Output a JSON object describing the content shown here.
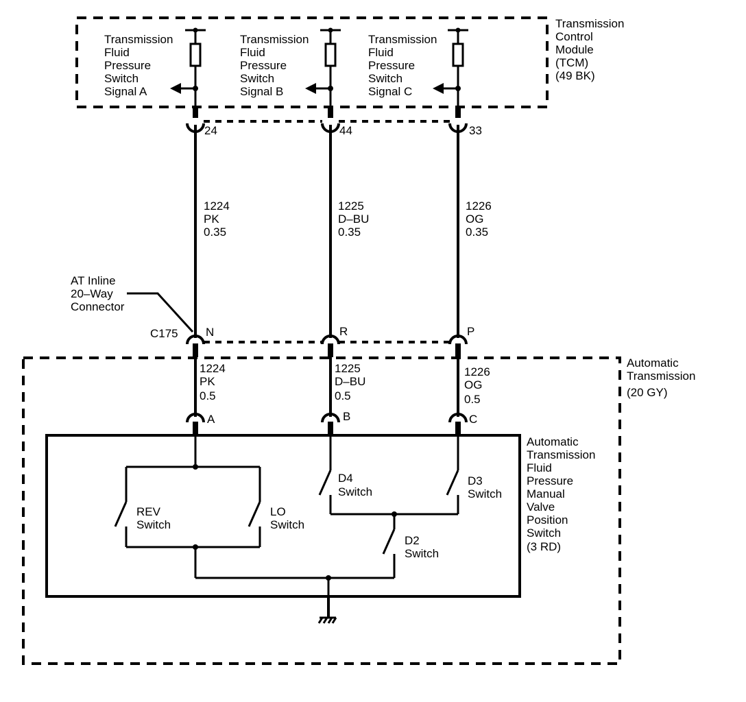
{
  "tcm": {
    "title_lines": [
      "Transmission",
      "Control",
      "Module",
      "(TCM)",
      "(49 BK)"
    ],
    "signals": [
      {
        "lines": [
          "Transmission",
          "Fluid",
          "Pressure",
          "Switch",
          "Signal A"
        ],
        "pin": "24"
      },
      {
        "lines": [
          "Transmission",
          "Fluid",
          "Pressure",
          "Switch",
          "Signal B"
        ],
        "pin": "44"
      },
      {
        "lines": [
          "Transmission",
          "Fluid",
          "Pressure",
          "Switch",
          "Signal C"
        ],
        "pin": "33"
      }
    ]
  },
  "wires_upper": [
    {
      "circuit": "1224",
      "color": "PK",
      "gauge": "0.35"
    },
    {
      "circuit": "1225",
      "color": "D–BU",
      "gauge": "0.35"
    },
    {
      "circuit": "1226",
      "color": "OG",
      "gauge": "0.35"
    }
  ],
  "inline_connector": {
    "label_lines": [
      "AT Inline",
      "20–Way",
      "Connector"
    ],
    "id": "C175",
    "pins": [
      "N",
      "R",
      "P"
    ]
  },
  "wires_lower": [
    {
      "circuit": "1224",
      "color": "PK",
      "gauge": "0.5"
    },
    {
      "circuit": "1225",
      "color": "D–BU",
      "gauge": "0.5"
    },
    {
      "circuit": "1226",
      "color": "OG",
      "gauge": "0.5"
    }
  ],
  "transmission": {
    "title_lines": [
      "Automatic",
      "Transmission",
      "(20 GY)"
    ],
    "pins": [
      "A",
      "B",
      "C"
    ]
  },
  "switch_assembly": {
    "title_lines": [
      "Automatic",
      "Transmission",
      "Fluid",
      "Pressure",
      "Manual",
      "Valve",
      "Position",
      "Switch",
      "(3 RD)"
    ],
    "switches": [
      {
        "lines": [
          "REV",
          "Switch"
        ]
      },
      {
        "lines": [
          "LO",
          "Switch"
        ]
      },
      {
        "lines": [
          "D4",
          "Switch"
        ]
      },
      {
        "lines": [
          "D3",
          "Switch"
        ]
      },
      {
        "lines": [
          "D2",
          "Switch"
        ]
      }
    ]
  }
}
